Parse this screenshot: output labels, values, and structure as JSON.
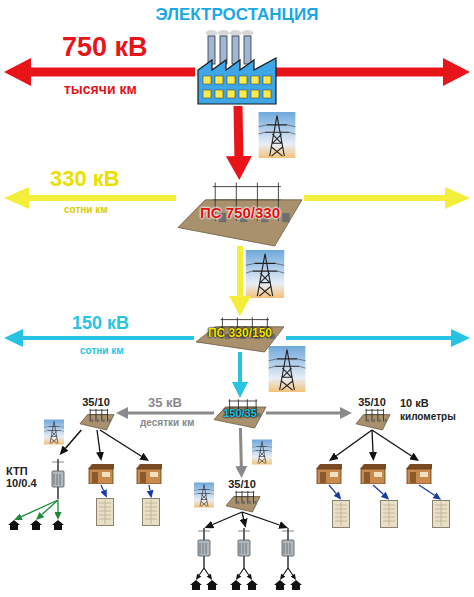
{
  "diagram": {
    "nodes": [
      {
        "text": [
          "ЭЛЕКТРОСТАНЦИЯ"
        ]
      },
      {
        "text": [
          "ПС 750/330"
        ]
      },
      {
        "text": [
          "ПС 330/150"
        ]
      },
      {
        "text": [
          "35/10"
        ]
      },
      {
        "text": [
          "150/35"
        ]
      },
      {
        "text": [
          "35/10"
        ]
      },
      {
        "text": [
          "КТП 10/0.4"
        ]
      },
      {
        "text": [
          "35/10"
        ]
      }
    ],
    "edges": [
      {
        "from": 0,
        "to": 1,
        "arrow": "to"
      },
      {
        "from": 1,
        "to": 2,
        "arrow": "to"
      },
      {
        "from": 2,
        "to": 4,
        "arrow": "to"
      },
      {
        "from": 4,
        "to": 3,
        "arrow": "to",
        "label": "35 кВ"
      },
      {
        "from": 4,
        "to": 5,
        "arrow": "to"
      },
      {
        "from": 4,
        "to": 7,
        "arrow": "to"
      },
      {
        "from": 3,
        "to": 6,
        "arrow": "to"
      }
    ],
    "labels": [
      "750 кВ",
      "тысячи км",
      "330 кВ",
      "сотни км",
      "150 кВ",
      "сотни км",
      "десятки км",
      "10 кВ",
      "километры"
    ]
  }
}
